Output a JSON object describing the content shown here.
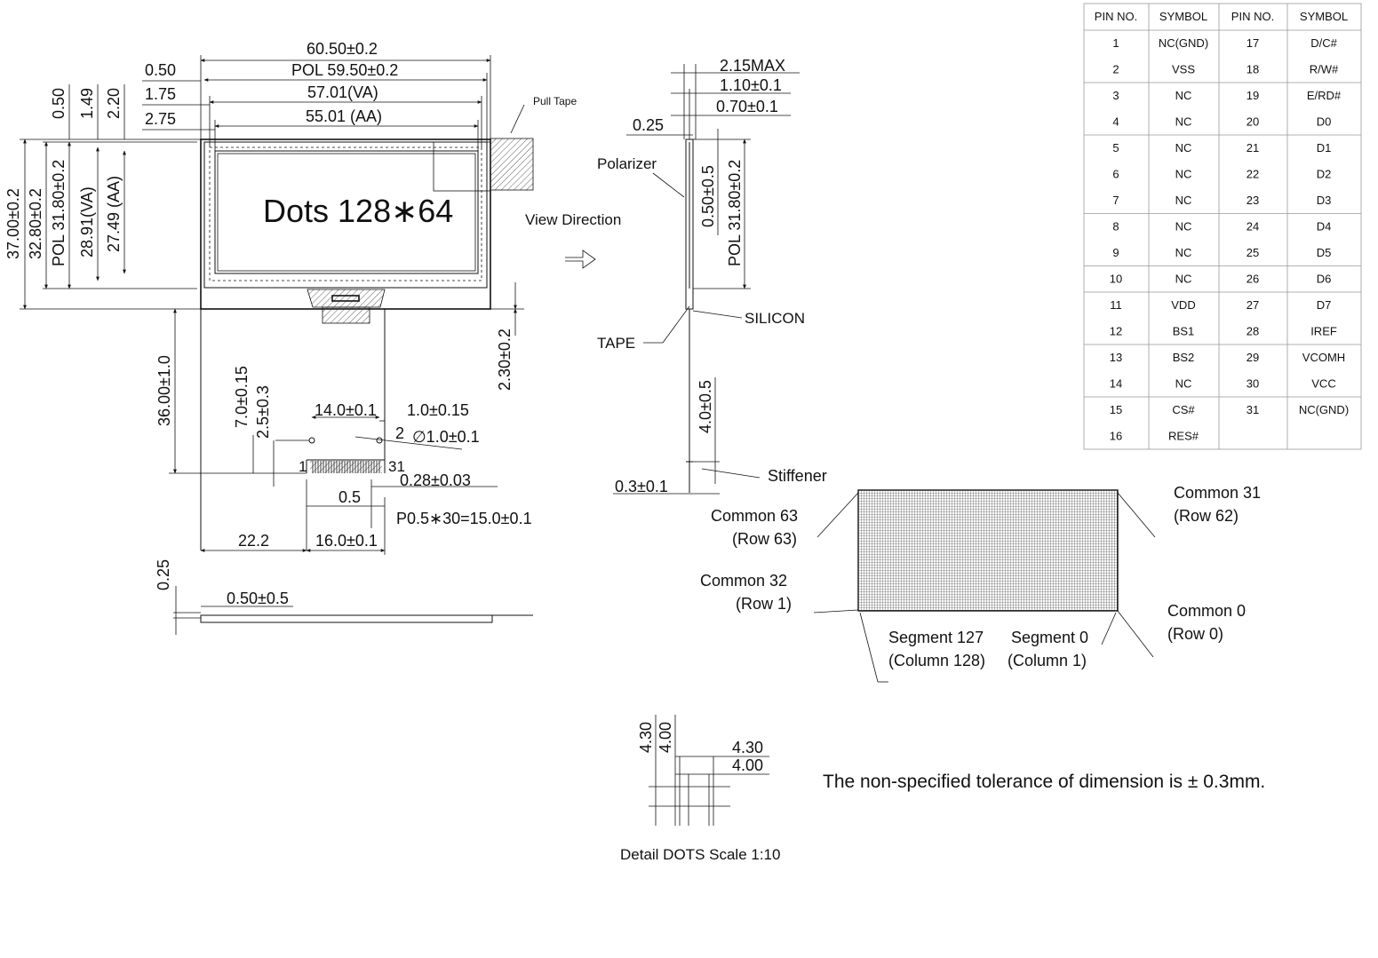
{
  "front_view": {
    "outline_width": "60.50±0.2",
    "pol_width": "POL 59.50±0.2",
    "va_width": "57.01(VA)",
    "aa_width": "55.01 (AA)",
    "left_offset_1": "0.50",
    "left_offset_2": "1.75",
    "left_offset_3": "2.75",
    "top_offset_1": "0.50",
    "top_offset_2": "1.49",
    "top_offset_3": "2.20",
    "outline_height": "37.00±0.2",
    "glass_height": "32.80±0.2",
    "pol_height": "POL 31.80±0.2",
    "va_height": "28.91(VA)",
    "aa_height": "27.49 (AA)",
    "center_label": "Dots 128∗64",
    "pull_tape": "Pull Tape",
    "fpc_length": "36.00±1.0",
    "fpc_offset": "2.30±0.2"
  },
  "fpc": {
    "dim_7": "7.0±0.15",
    "dim_2_5": "2.5±0.3",
    "dim_14": "14.0±0.1",
    "dim_1": "1.0±0.15",
    "hole_count": "2",
    "hole_dia": "∅1.0±0.1",
    "pin_first": "1",
    "pin_last": "31",
    "pin_thick": "0.28±0.03",
    "pin_width": "0.5",
    "pitch": "P0.5∗30=15.0±0.1",
    "dim_22": "22.2",
    "dim_16": "16.0±0.1"
  },
  "bottom_view": {
    "dim_025": "0.25",
    "dim_050": "0.50±0.5"
  },
  "side_view": {
    "max_thick": "2.15MAX",
    "glass_thick": "1.10±0.1",
    "pol_thick": "0.70±0.1",
    "dim_025": "0.25",
    "polarizer": "Polarizer",
    "view_direction": "View Direction",
    "dim_050": "0.50±0.5",
    "pol_height": "POL 31.80±0.2",
    "silicon": "SILICON",
    "tape": "TAPE",
    "stiffener_len": "4.0±0.5",
    "stiffener": "Stiffener",
    "stiffener_thick": "0.3±0.1"
  },
  "matrix": {
    "common_63": "Common 63",
    "row_63": "(Row 63)",
    "common_31": "Common 31",
    "row_62": "(Row 62)",
    "common_32": "Common 32",
    "row_1": "(Row 1)",
    "common_0": "Common 0",
    "row_0": "(Row 0)",
    "segment_127": "Segment 127",
    "column_128": "(Column 128)",
    "segment_0": "Segment 0",
    "column_1": "(Column 1)"
  },
  "detail": {
    "v_430": "4.30",
    "v_400": "4.00",
    "h_430": "4.30",
    "h_400": "4.00",
    "caption": "Detail DOTS  Scale 1:10"
  },
  "tolerance_note": "The non-specified tolerance of dimension is ± 0.3mm.",
  "pin_table": {
    "headers": [
      "PIN NO.",
      "SYMBOL",
      "PIN NO.",
      "SYMBOL"
    ],
    "rows": [
      [
        "1",
        "NC(GND)",
        "17",
        "D/C#"
      ],
      [
        "2",
        "VSS",
        "18",
        "R/W#"
      ],
      [
        "3",
        "NC",
        "19",
        "E/RD#"
      ],
      [
        "4",
        "NC",
        "20",
        "D0"
      ],
      [
        "5",
        "NC",
        "21",
        "D1"
      ],
      [
        "6",
        "NC",
        "22",
        "D2"
      ],
      [
        "7",
        "NC",
        "23",
        "D3"
      ],
      [
        "8",
        "NC",
        "24",
        "D4"
      ],
      [
        "9",
        "NC",
        "25",
        "D5"
      ],
      [
        "10",
        "NC",
        "26",
        "D6"
      ],
      [
        "11",
        "VDD",
        "27",
        "D7"
      ],
      [
        "12",
        "BS1",
        "28",
        "IREF"
      ],
      [
        "13",
        "BS2",
        "29",
        "VCOMH"
      ],
      [
        "14",
        "NC",
        "30",
        "VCC"
      ],
      [
        "15",
        "CS#",
        "31",
        "NC(GND)"
      ],
      [
        "16",
        "RES#",
        "",
        ""
      ]
    ]
  }
}
